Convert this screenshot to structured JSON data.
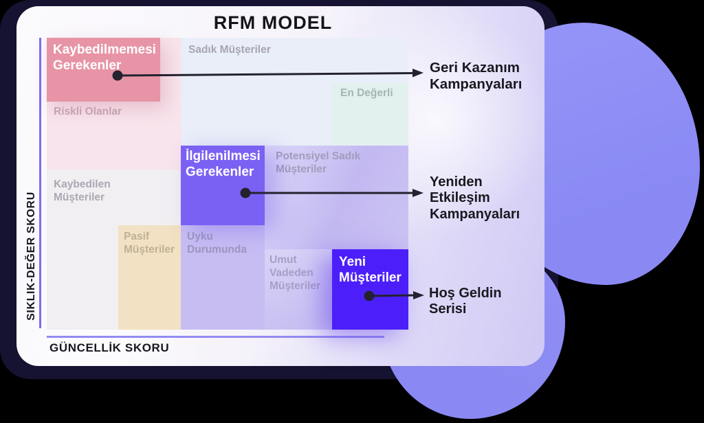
{
  "title": "RFM MODEL",
  "axes": {
    "y_label": "SIKLIK-DEĞER SKORU",
    "x_label": "GÜNCELLİK SKORU"
  },
  "segments": {
    "kaybedilmemesi": {
      "label": "Kaybedilmemesi Gerekenler",
      "color": "#e794a6",
      "text_color": "#ffffff"
    },
    "sadik": {
      "label": "Sadık Müşteriler",
      "color": "#e9eef8",
      "text_color": "#a7a4b1"
    },
    "en_degerli": {
      "label": "En Değerli",
      "color": "#e3f1ee",
      "text_color": "#a2b7b4"
    },
    "riskli": {
      "label": "Riskli Olanlar",
      "color": "#f8e4ec",
      "text_color": "#c5a9b6"
    },
    "ilgilenilmesi": {
      "label": "İlgilenilmesi Gerekenler",
      "color": "#7b61f3",
      "text_color": "#ffffff"
    },
    "potensiyel": {
      "label": "Potensiyel Sadık Müşteriler",
      "color": "#cdc4f3",
      "text_color": "#a29cbb"
    },
    "kaybedilen": {
      "label": "Kaybedilen Müşteriler",
      "color": "#f1eff2",
      "text_color": "#aba8b2"
    },
    "pasif": {
      "label": "Pasif Müşteriler",
      "color": "#f2e1c2",
      "text_color": "#bfb096"
    },
    "uyku": {
      "label": "Uyku Durumunda",
      "color": "#c7bdf3",
      "text_color": "#9e97bd"
    },
    "umut": {
      "label": "Umut Vadeden Müşteriler",
      "color": "#d2cbf4",
      "text_color": "#a79fc6"
    },
    "yeni": {
      "label": "Yeni Müşteriler",
      "color": "#4c1ffa",
      "text_color": "#ffffff"
    }
  },
  "callouts": {
    "geri_kazanim": "Geri Kazanım Kampanyaları",
    "yeniden_etkilesim": "Yeniden Etkileşim Kampanyaları",
    "hos_geldin": "Hoş Geldin Serisi"
  },
  "theme": {
    "backing_navy": "#161231",
    "blob_purple": "#8e8ef6",
    "axis_line_purple": "#7d6cf1",
    "arrow_color": "#23222e",
    "card_lavender": "#cfc9f4"
  }
}
